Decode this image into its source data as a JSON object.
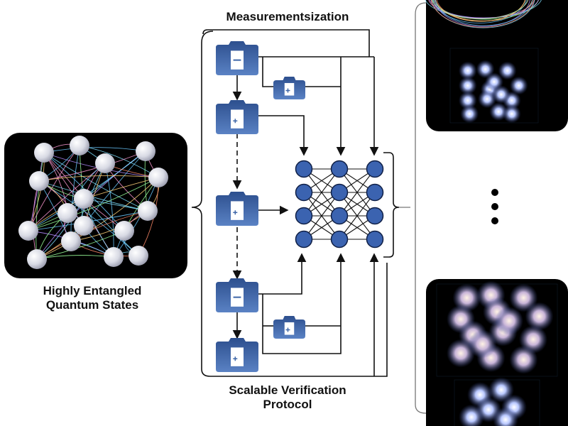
{
  "labels": {
    "measurements": "Measurementsization",
    "entangled_line1": "Highly Entangled",
    "entangled_line2": "Quantum States",
    "protocol_line1": "Scalable Verification",
    "protocol_line2": "Protocol"
  },
  "measurement_blocks": [
    {
      "id": "m1",
      "glyph": "minus"
    },
    {
      "id": "m2",
      "glyph": "plus"
    },
    {
      "id": "m3",
      "glyph": "plus"
    },
    {
      "id": "m4",
      "glyph": "minus"
    },
    {
      "id": "m5",
      "glyph": "plus"
    }
  ],
  "side_blocks": [
    {
      "id": "s1",
      "glyph": "plus"
    },
    {
      "id": "s2",
      "glyph": "plus"
    }
  ],
  "neural_network": {
    "layers": [
      4,
      4,
      4
    ]
  },
  "ellipsis": "⋮",
  "colors": {
    "block_fill": "#3f67a8",
    "node_fill": "#3b63b0",
    "panel_bg": "#000000",
    "line": "#111111"
  }
}
